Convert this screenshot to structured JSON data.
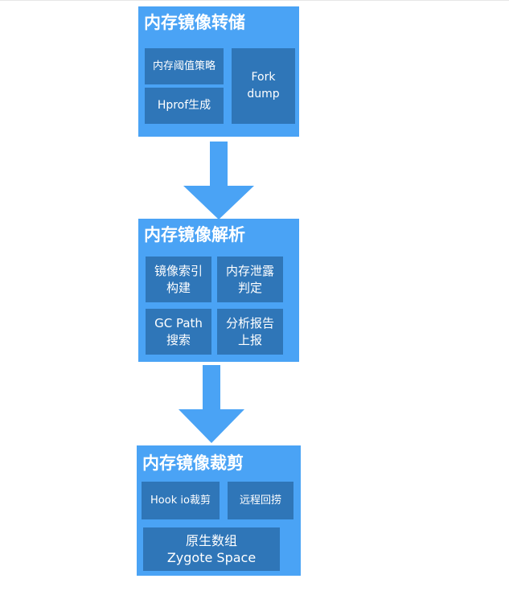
{
  "colors": {
    "panel": "#4aa3f5",
    "box": "#2f76b8",
    "arrow": "#4aa3f5",
    "text": "#ffffff"
  },
  "sections": [
    {
      "title": "内存镜像转储",
      "boxes": [
        "内存阈值策略",
        "Hprof生成",
        "Fork\ndump"
      ]
    },
    {
      "title": "内存镜像解析",
      "boxes": [
        "镜像索引\n构建",
        "内存泄露\n判定",
        "GC Path\n搜索",
        "分析报告\n上报"
      ]
    },
    {
      "title": "内存镜像裁剪",
      "boxes": [
        "Hook io裁剪",
        "远程回捞",
        "原生数组\nZygote Space"
      ]
    }
  ],
  "arrows": [
    "down-arrow",
    "down-arrow"
  ]
}
